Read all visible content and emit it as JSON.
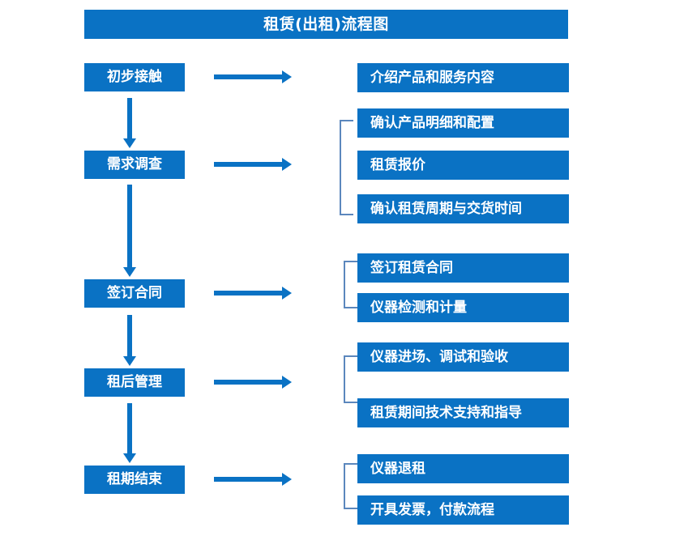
{
  "diagram": {
    "title": "租赁(出租)流程图",
    "colors": {
      "box_fill": "#0a72c4",
      "box_text": "#ffffff",
      "arrow": "#0a72c4",
      "bracket": "#5b87bd",
      "background": "#ffffff"
    },
    "stages": [
      {
        "label": "初步接触"
      },
      {
        "label": "需求调查"
      },
      {
        "label": "签订合同"
      },
      {
        "label": "租后管理"
      },
      {
        "label": "租期结束"
      }
    ],
    "detail_groups": [
      {
        "stage": "初步接触",
        "has_bracket": false,
        "items": [
          {
            "label": "介绍产品和服务内容"
          }
        ]
      },
      {
        "stage": "需求调查",
        "has_bracket": true,
        "items": [
          {
            "label": "确认产品明细和配置"
          },
          {
            "label": "租赁报价"
          },
          {
            "label": "确认租赁周期与交货时间"
          }
        ]
      },
      {
        "stage": "签订合同",
        "has_bracket": true,
        "items": [
          {
            "label": "签订租赁合同"
          },
          {
            "label": "仪器检测和计量"
          }
        ]
      },
      {
        "stage": "租后管理",
        "has_bracket": true,
        "items": [
          {
            "label": "仪器进场、调试和验收"
          },
          {
            "label": "租赁期间技术支持和指导"
          }
        ]
      },
      {
        "stage": "租期结束",
        "has_bracket": true,
        "items": [
          {
            "label": "仪器退租"
          },
          {
            "label": "开具发票，付款流程"
          }
        ]
      }
    ],
    "connectors": {
      "horizontal_arrow_count": 5,
      "vertical_arrow_count": 4,
      "direction_horizontal": "right",
      "direction_vertical": "down"
    }
  }
}
